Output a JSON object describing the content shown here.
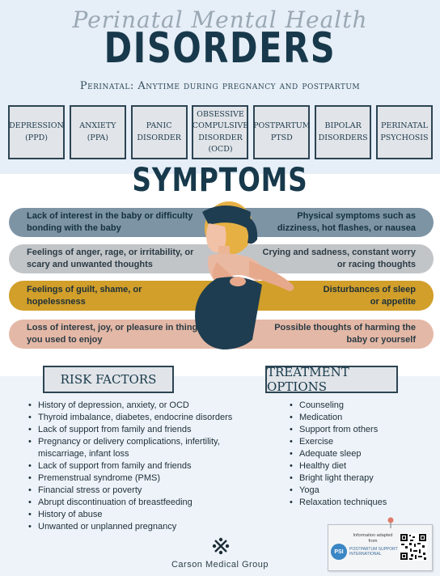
{
  "header": {
    "script_title": "Perinatal Mental Health",
    "main_title": "DISORDERS",
    "subtitle": "Perinatal: Anytime during pregnancy and postpartum"
  },
  "disorders": [
    {
      "line1": "DEPRESSION",
      "line2": "(PPD)"
    },
    {
      "line1": "ANXIETY",
      "line2": "(PPA)"
    },
    {
      "line1": "PANIC",
      "line2": "DISORDER"
    },
    {
      "line1": "OBSESSIVE",
      "line2": "COMPULSIVE",
      "line3": "DISORDER (OCD)"
    },
    {
      "line1": "POSTPARTUM",
      "line2": "PTSD"
    },
    {
      "line1": "BIPOLAR",
      "line2": "DISORDERS"
    },
    {
      "line1": "PERINATAL",
      "line2": "PSYCHOSIS"
    }
  ],
  "symptoms": {
    "title": "SYMPTOMS",
    "rows": [
      {
        "left": "Lack of interest in the baby or difficulty bonding with the baby",
        "right": "Physical symptoms such as dizziness, hot flashes, or nausea",
        "color": "#7d94a5"
      },
      {
        "left": "Feelings of anger, rage, or irritability, or scary and unwanted thoughts",
        "right": "Crying and sadness, constant worry or racing thoughts",
        "color": "#c2c5c8"
      },
      {
        "left": "Feelings of guilt, shame, or hopelessness",
        "right": "Disturbances of sleep or appetite",
        "color": "#d19f2a"
      },
      {
        "left": "Loss of interest, joy, or pleasure in things you used to enjoy",
        "right": "Possible thoughts of harming the baby or yourself",
        "color": "#e4b8a6"
      }
    ]
  },
  "risk_factors": {
    "title": "RISK FACTORS",
    "items": [
      "History of depression, anxiety, or OCD",
      "Thyroid imbalance, diabetes, endocrine disorders",
      "Lack of support from family and friends",
      "Pregnancy or delivery complications, infertility, miscarriage, infant loss",
      "Lack of support from family and friends",
      "Premenstrual syndrome (PMS)",
      "Financial stress or poverty",
      "Abrupt discontinuation of breastfeeding",
      "History of abuse",
      "Unwanted or unplanned pregnancy"
    ]
  },
  "treatment": {
    "title": "TREATMENT OPTIONS",
    "items": [
      "Counseling",
      "Medication",
      "Support from others",
      "Exercise",
      "Adequate sleep",
      "Healthy diet",
      "Bright light therapy",
      "Yoga",
      "Relaxation techniques"
    ]
  },
  "footer": {
    "org_name": "Carson Medical Group",
    "source_note": "Information adapted from",
    "psi_logo": "PSI",
    "psi_name": "POSTPARTUM SUPPORT INTERNATIONAL"
  },
  "colors": {
    "navy": "#17394b",
    "slate": "#7d94a5",
    "gray": "#c2c5c8",
    "gold": "#d19f2a",
    "peach": "#e4b8a6"
  },
  "icons": [
    "pregnant-woman-illustration",
    "medical-group-logo-icon",
    "thumbtack-icon",
    "qr-code"
  ]
}
